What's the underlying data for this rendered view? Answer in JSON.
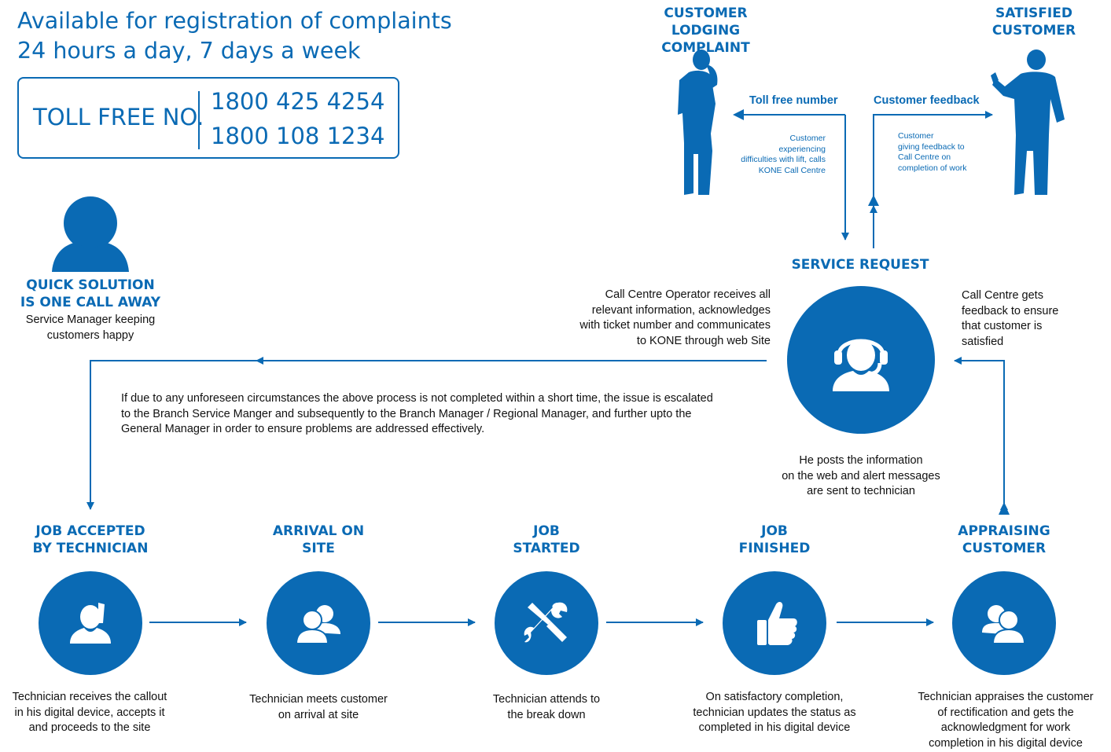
{
  "header": {
    "line1": "Available for registration of complaints",
    "line2": "24 hours a day, 7 days a week"
  },
  "toll_free": {
    "label": "TOLL FREE NO.",
    "numbers": [
      "1800 425 4254",
      "1800 108 1234"
    ]
  },
  "quick_solution": {
    "title": "QUICK SOLUTION\nIS ONE CALL AWAY",
    "text": "Service Manager keeping\ncustomers happy"
  },
  "customer_lodging": {
    "title": "CUSTOMER\nLODGING COMPLAINT",
    "arrow_label": "Toll free number",
    "note": "Customer\nexperiencing\ndifficulties with lift, calls\nKONE Call Centre"
  },
  "satisfied_customer": {
    "title": "SATISFIED\nCUSTOMER",
    "arrow_label": "Customer feedback",
    "note": "Customer\ngiving feedback to\nCall Centre on\ncompletion of work"
  },
  "service_request": {
    "title": "SERVICE REQUEST",
    "left_text": "Call Centre Operator receives all\nrelevant information, acknowledges\nwith ticket number and communicates\nto KONE through web Site",
    "right_text": "Call Centre gets\nfeedback to ensure\nthat customer is\nsatisfied",
    "bottom_text": "He posts the information\non the web and alert messages\nare sent to technician"
  },
  "escalation_text": "If due to any unforeseen circumstances the above process is not completed within a short time, the issue is escalated\nto the Branch Service Manger and subsequently to the Branch Manager / Regional Manager, and further upto the\nGeneral Manager in order to ensure problems are addressed effectively.",
  "steps": [
    {
      "title": "JOB ACCEPTED\nBY TECHNICIAN",
      "icon": "technician-phone-icon",
      "text": "Technician receives the callout\nin his digital device, accepts it\nand proceeds to the site"
    },
    {
      "title": "ARRIVAL ON\nSITE",
      "icon": "people-meeting-icon",
      "text": "Technician meets customer\non arrival at site"
    },
    {
      "title": "JOB\nSTARTED",
      "icon": "wrench-screwdriver-icon",
      "text": "Technician attends to\nthe break down"
    },
    {
      "title": "JOB\nFINISHED",
      "icon": "thumbs-up-icon",
      "text": "On satisfactory completion,\ntechnician updates the status as\ncompleted in his digital device"
    },
    {
      "title": "APPRAISING\nCUSTOMER",
      "icon": "people-talking-icon",
      "text": "Technician appraises the customer\nof rectification and gets the\nacknowledgment for work\ncompletion in his digital device"
    }
  ],
  "colors": {
    "brand_blue": "#0a6ab4",
    "text": "#111111"
  }
}
